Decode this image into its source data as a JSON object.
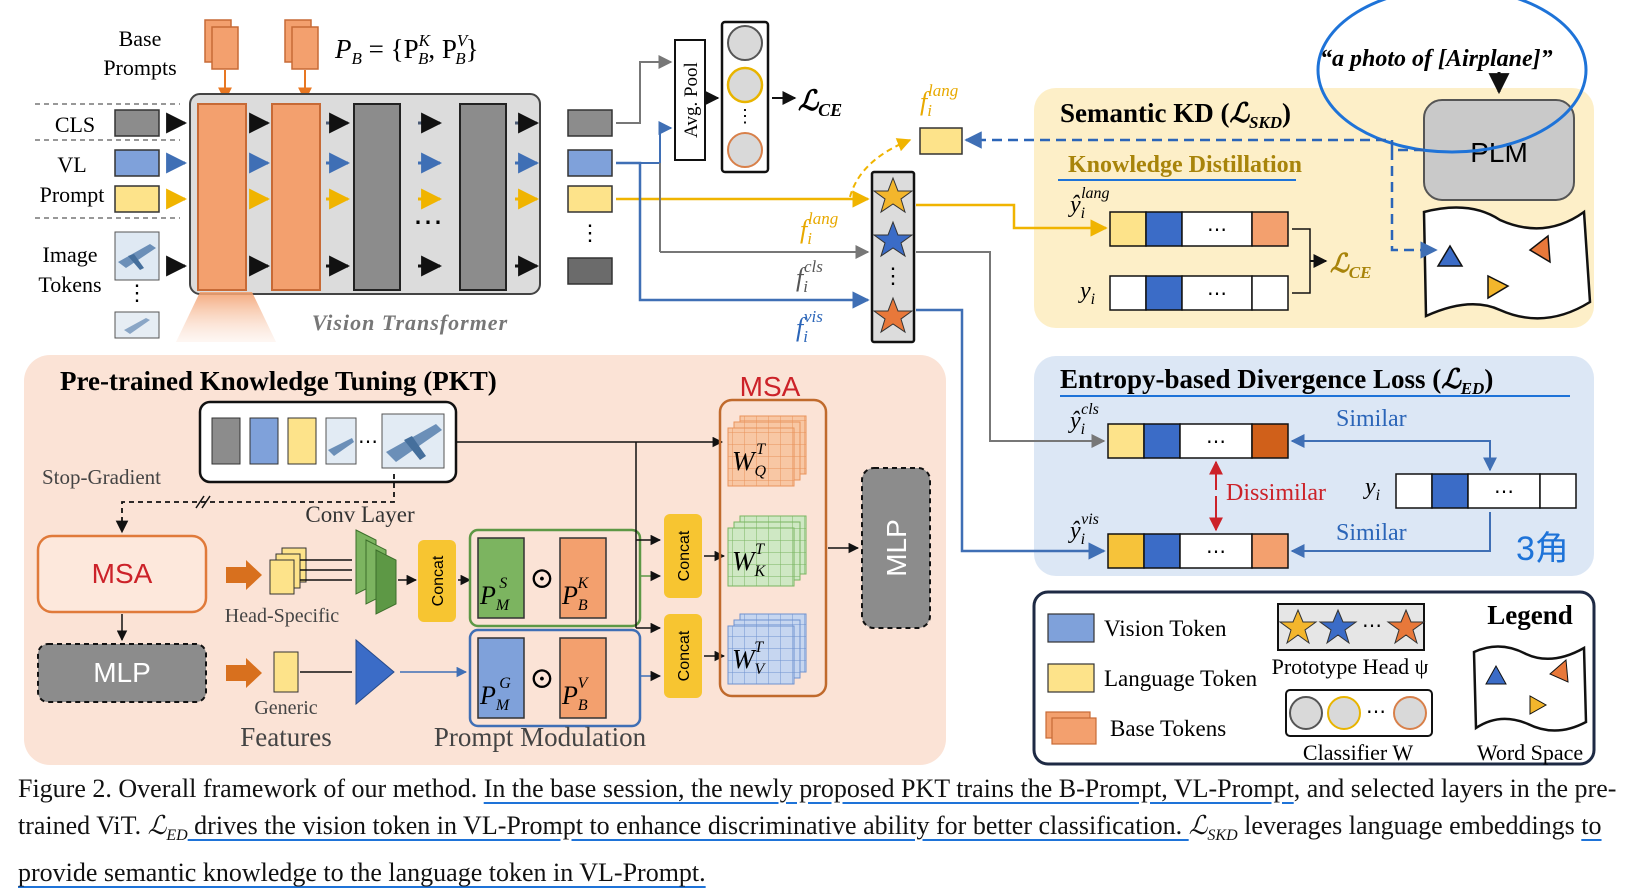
{
  "top": {
    "base_prompts": [
      "Base",
      "Prompts"
    ],
    "pb_formula": "P",
    "pb_sub": "B",
    "pb_eq": " = {P",
    "pbk_sup": "K",
    "pbk_sub": "B",
    "pbv_sep": ", P",
    "pbv_sup": "V",
    "pbv_sub": "B",
    "pb_close": "}",
    "cls": "CLS",
    "vl": "VL",
    "prompt": "Prompt",
    "image": "Image",
    "tokens": "Tokens",
    "vt_label": "Vision Transformer",
    "avg_pool": "Avg. Pool",
    "lce_top": "ℒ",
    "lce_top_sub": "CE",
    "f_lang_top": "f",
    "f_lang_top_sub": "i",
    "f_lang_top_sup": "lang",
    "f_lang": "f",
    "f_lang_sub": "i",
    "f_lang_sup": "lang",
    "f_cls": "f",
    "f_cls_sub": "i",
    "f_cls_sup": "cls",
    "f_vis": "f",
    "f_vis_sub": "i",
    "f_vis_sup": "vis",
    "dots": "⋯"
  },
  "skd": {
    "quote": "“a photo of [Airplane]”",
    "title": "Semantic KD (",
    "title_l": "ℒ",
    "title_sub": "SKD",
    "title_close": ")",
    "kd": "Knowledge Distillation",
    "plm": "PLM",
    "yhat_lang": "ŷ",
    "yhat_lang_sub": "i",
    "yhat_lang_sup": "lang",
    "y": "y",
    "y_sub": "i",
    "lce": "ℒ",
    "lce_sub": "CE",
    "dots": "⋯"
  },
  "ed": {
    "title": "Entropy-based Divergence Loss (",
    "title_l": "ℒ",
    "title_sub": "ED",
    "title_close": ")",
    "yhat_cls": "ŷ",
    "yhat_cls_sub": "i",
    "yhat_cls_sup": "cls",
    "yhat_vis": "ŷ",
    "yhat_vis_sub": "i",
    "yhat_vis_sup": "vis",
    "y": "y",
    "y_sub": "i",
    "similar1": "Similar",
    "similar2": "Similar",
    "dissimilar": "Dissimilar",
    "dots": "⋯",
    "handwritten": "3角"
  },
  "pkt": {
    "title": "Pre-trained Knowledge Tuning (PKT)",
    "msa_top": "MSA",
    "stop_gradient": "Stop-Gradient",
    "msa_left": "MSA",
    "mlp_left": "MLP",
    "mlp_right": "MLP",
    "conv_layer": "Conv Layer",
    "head_specific": "Head-Specific",
    "generic": "Generic",
    "features": "Features",
    "prompt_modulation": "Prompt Modulation",
    "concat": "Concat",
    "odot": "⊙",
    "psm": "P",
    "psm_sub": "M",
    "psm_sup": "S",
    "pbk": "P",
    "pbk_sub": "B",
    "pbk_sup": "K",
    "pgm": "P",
    "pgm_sub": "M",
    "pgm_sup": "G",
    "pbv": "P",
    "pbv_sub": "B",
    "pbv_sup": "V",
    "wq": "W",
    "wq_sub": "Q",
    "wq_sup": "T",
    "wk": "W",
    "wk_sub": "K",
    "wk_sup": "T",
    "wv": "W",
    "wv_sub": "V",
    "wv_sup": "T"
  },
  "legend": {
    "title": "Legend",
    "vision_token": "Vision Token",
    "language_token": "Language Token",
    "base_tokens": "Base Tokens",
    "prototype_head": "Prototype Head ψ",
    "classifier": "Classifier W",
    "word_space": "Word Space"
  },
  "caption": {
    "p1": "Figure 2. Overall framework of our method. ",
    "p2": "In the base session, the newly proposed PKT trains the B-Prompt, VL-Prompt",
    "p3": ", and selected layers in the pre-trained ViT. ",
    "l_ed": "ℒ",
    "l_ed_sub": "ED",
    "p4": " drives the vision token in VL-Prompt to enhance discriminative ability for better classification. ",
    "l_skd": "ℒ",
    "l_skd_sub": "SKD",
    "p5": "leverages language embeddings ",
    "p6": "to provide semantic knowledge to the language token in VL-Prompt."
  },
  "colors": {
    "vision": "#4a72c4",
    "language": "#fde38a",
    "base": "#f3a06e",
    "gray_block": "#8c8c8c",
    "pkt_bg": "#fbe3d6",
    "skd_bg": "#fdefc8",
    "ed_bg": "#dce7f5",
    "ink_blue": "#1e73d8",
    "red": "#cc2229"
  }
}
